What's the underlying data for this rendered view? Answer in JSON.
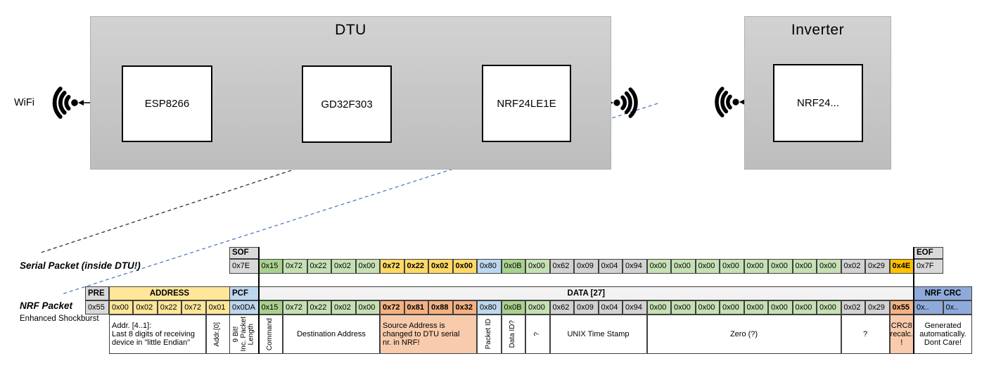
{
  "diagram": {
    "wifi_label": "WiFi",
    "dtu": {
      "title": "DTU",
      "components": [
        "ESP8266",
        "GD32F303",
        "NRF24LE1E"
      ]
    },
    "inverter": {
      "title": "Inverter",
      "components": [
        "NRF24..."
      ]
    }
  },
  "serial_packet": {
    "label": "Serial Packet (inside DTU!)",
    "sof_header": "SOF",
    "sof_value": "0x7E",
    "eof_header": "EOF",
    "eof_value": "0x7F",
    "bytes": [
      {
        "v": "0x15",
        "c": "green2"
      },
      {
        "v": "0x72",
        "c": "green1"
      },
      {
        "v": "0x22",
        "c": "green1"
      },
      {
        "v": "0x02",
        "c": "green1"
      },
      {
        "v": "0x00",
        "c": "green1"
      },
      {
        "v": "0x72",
        "c": "gold1",
        "b": 1
      },
      {
        "v": "0x22",
        "c": "gold1",
        "b": 1
      },
      {
        "v": "0x02",
        "c": "gold1",
        "b": 1
      },
      {
        "v": "0x00",
        "c": "gold1",
        "b": 1
      },
      {
        "v": "0x80",
        "c": "blue1"
      },
      {
        "v": "0x0B",
        "c": "green2"
      },
      {
        "v": "0x00",
        "c": "green1"
      },
      {
        "v": "0x62",
        "c": "gray2"
      },
      {
        "v": "0x09",
        "c": "gray2"
      },
      {
        "v": "0x04",
        "c": "gray2"
      },
      {
        "v": "0x94",
        "c": "gray2"
      },
      {
        "v": "0x00",
        "c": "green1"
      },
      {
        "v": "0x00",
        "c": "green1"
      },
      {
        "v": "0x00",
        "c": "green1"
      },
      {
        "v": "0x00",
        "c": "green1"
      },
      {
        "v": "0x00",
        "c": "green1"
      },
      {
        "v": "0x00",
        "c": "green1"
      },
      {
        "v": "0x00",
        "c": "green1"
      },
      {
        "v": "0x00",
        "c": "green1"
      },
      {
        "v": "0x02",
        "c": "gray2"
      },
      {
        "v": "0x29",
        "c": "gray2"
      },
      {
        "v": "0x4E",
        "c": "gold2",
        "b": 1
      }
    ]
  },
  "nrf_packet": {
    "label": "NRF Packet",
    "sublabel": "Enhanced Shockburst",
    "pre_header": "PRE",
    "pre_value": "0x55",
    "address_header": "ADDRESS",
    "address_values": [
      "0x00",
      "0x02",
      "0x22",
      "0x72",
      "0x01"
    ],
    "pcf_header": "PCF",
    "pcf_value": "0x0DA",
    "data_header": "DATA [27]",
    "bytes": [
      {
        "v": "0x15",
        "c": "green2"
      },
      {
        "v": "0x72",
        "c": "green1"
      },
      {
        "v": "0x22",
        "c": "green1"
      },
      {
        "v": "0x02",
        "c": "green1"
      },
      {
        "v": "0x00",
        "c": "green1"
      },
      {
        "v": "0x72",
        "c": "salmon",
        "b": 1
      },
      {
        "v": "0x81",
        "c": "salmon",
        "b": 1
      },
      {
        "v": "0x88",
        "c": "salmon",
        "b": 1
      },
      {
        "v": "0x32",
        "c": "salmon",
        "b": 1
      },
      {
        "v": "0x80",
        "c": "blue1"
      },
      {
        "v": "0x0B",
        "c": "green2"
      },
      {
        "v": "0x00",
        "c": "green1"
      },
      {
        "v": "0x62",
        "c": "gray2"
      },
      {
        "v": "0x09",
        "c": "gray2"
      },
      {
        "v": "0x04",
        "c": "gray2"
      },
      {
        "v": "0x94",
        "c": "gray2"
      },
      {
        "v": "0x00",
        "c": "green1"
      },
      {
        "v": "0x00",
        "c": "green1"
      },
      {
        "v": "0x00",
        "c": "green1"
      },
      {
        "v": "0x00",
        "c": "green1"
      },
      {
        "v": "0x00",
        "c": "green1"
      },
      {
        "v": "0x00",
        "c": "green1"
      },
      {
        "v": "0x00",
        "c": "green1"
      },
      {
        "v": "0x00",
        "c": "green1"
      },
      {
        "v": "0x02",
        "c": "gray2"
      },
      {
        "v": "0x29",
        "c": "gray2"
      },
      {
        "v": "0x55",
        "c": "salmon",
        "b": 1
      }
    ],
    "crc_header": "NRF CRC",
    "crc_values": [
      "0x..",
      "0x.."
    ]
  },
  "annotations": [
    {
      "text": "Addr. [4..1]:\nLast 8 digits of receiving\ndevice in \"little Endian\"",
      "region": "addr",
      "start": 0,
      "span": 4,
      "orient": "h",
      "align": "left"
    },
    {
      "text": "Addr.[0]",
      "region": "addr",
      "start": 4,
      "span": 1,
      "orient": "v"
    },
    {
      "text": "9 Bit!\nInc. Packet\nLength",
      "region": "pcf",
      "start": 0,
      "span": 1,
      "orient": "v"
    },
    {
      "text": "Command",
      "region": "data",
      "start": 0,
      "span": 1,
      "orient": "v"
    },
    {
      "text": "Destination Address",
      "region": "data",
      "start": 1,
      "span": 4,
      "orient": "h"
    },
    {
      "text": "Source Address is\nchanged to DTU serial\nnr. in NRF!",
      "region": "data",
      "start": 5,
      "span": 4,
      "orient": "h",
      "bg": "salmon1",
      "align": "left"
    },
    {
      "text": "Packet ID",
      "region": "data",
      "start": 9,
      "span": 1,
      "orient": "v"
    },
    {
      "text": "Data ID?",
      "region": "data",
      "start": 10,
      "span": 1,
      "orient": "v"
    },
    {
      "text": "?",
      "region": "data",
      "start": 11,
      "span": 1,
      "orient": "v"
    },
    {
      "text": "UNIX Time Stamp",
      "region": "data",
      "start": 12,
      "span": 4,
      "orient": "h"
    },
    {
      "text": "Zero (?)",
      "region": "data",
      "start": 16,
      "span": 8,
      "orient": "h"
    },
    {
      "text": "?",
      "region": "data",
      "start": 24,
      "span": 2,
      "orient": "h"
    },
    {
      "text": "CRC8\nrecalc.\n!",
      "region": "data",
      "start": 26,
      "span": 1,
      "orient": "h",
      "bg": "salmon1"
    },
    {
      "text": "Generated\nautomatically.\nDont Care!",
      "region": "crc",
      "start": 0,
      "span": 1,
      "orient": "h"
    }
  ],
  "colors": {
    "green1": "#C6E0B4",
    "green2": "#A9D18E",
    "blue1": "#BDD7EE",
    "blue2": "#8EAADB",
    "gold1": "#FFD966",
    "gold2": "#FFC000",
    "yellow": "#FFE699",
    "salmon": "#F4B183",
    "salmon1": "#F8CBAD",
    "gray": "#D9D9D9",
    "gray2": "#D2D2D2",
    "band": "#F2F2F2",
    "arrow_orange": "#ED7D31",
    "arrow_green": "#70AD47",
    "dash_blue": "#4472C4"
  }
}
